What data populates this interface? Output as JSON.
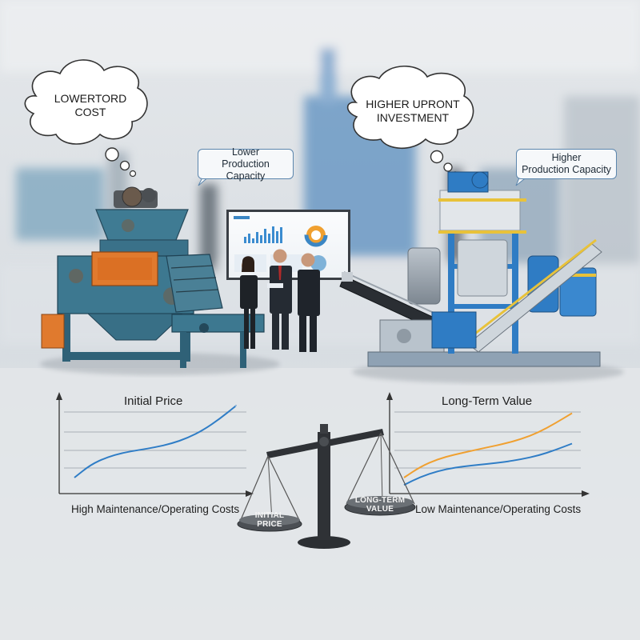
{
  "thoughts": {
    "left": "LOWERTORD\nCOST",
    "right": "HIGHER UPRONT\nINVESTMENT"
  },
  "callouts": {
    "left": "Lower\nProduction Capacity",
    "right": "Higher\nProduction Capacity"
  },
  "charts": {
    "left_title": "Initial Price",
    "right_title": "Long-Term Value",
    "left_cost": "High Maintenance/Operating Costs",
    "right_cost": "Low Maintenance/Operating Costs"
  },
  "scale": {
    "left_pan": "INITIAL\nPRICE",
    "right_pan": "LONG-TERM\nVALUE"
  },
  "colors": {
    "old_machine": "#3e7b94",
    "orange_accent": "#e07a2e",
    "new_machine": "#2f7cc4",
    "yellow_rail": "#e8c23a",
    "line_blue": "#2f7dc6",
    "line_orange": "#f0a030"
  },
  "chart_data": [
    {
      "type": "line",
      "title": "Initial Price",
      "xlabel": "",
      "ylabel": "",
      "grid": true,
      "series": [
        {
          "x": [
            0,
            1,
            2,
            3,
            4,
            5,
            6,
            7,
            8,
            9,
            10
          ],
          "y": [
            1.0,
            1.7,
            2.1,
            2.35,
            2.5,
            2.65,
            2.85,
            3.15,
            3.6,
            4.2,
            4.9
          ]
        }
      ]
    },
    {
      "type": "line",
      "title": "Long-Term Value",
      "xlabel": "",
      "ylabel": "",
      "grid": true,
      "series": [
        {
          "x": [
            0,
            1,
            2,
            3,
            4,
            5,
            6,
            7,
            8,
            9,
            10
          ],
          "y": [
            1.0,
            1.6,
            2.0,
            2.25,
            2.45,
            2.65,
            2.85,
            3.1,
            3.45,
            3.95,
            4.5
          ]
        },
        {
          "x": [
            0,
            1,
            2,
            3,
            4,
            5,
            6,
            7,
            8,
            9,
            10
          ],
          "y": [
            0.6,
            1.05,
            1.35,
            1.55,
            1.65,
            1.75,
            1.85,
            2.0,
            2.2,
            2.5,
            2.85
          ]
        }
      ]
    }
  ]
}
